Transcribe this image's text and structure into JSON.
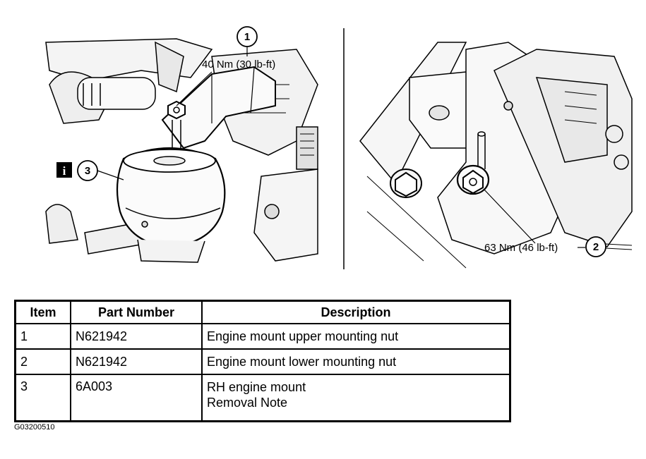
{
  "left_view": {
    "callout_1": {
      "number": "1",
      "torque": "40 Nm (30 lb-ft)"
    },
    "callout_3": {
      "number": "3",
      "info_icon": "i"
    }
  },
  "right_view": {
    "callout_2": {
      "number": "2",
      "torque": "63 Nm (46 lb-ft)"
    }
  },
  "table": {
    "headers": [
      "Item",
      "Part Number",
      "Description"
    ],
    "rows": [
      {
        "item": "1",
        "part": "N621942",
        "desc": [
          "Engine mount upper mounting nut"
        ]
      },
      {
        "item": "2",
        "part": "N621942",
        "desc": [
          "Engine mount lower mounting nut"
        ]
      },
      {
        "item": "3",
        "part": "6A003",
        "desc": [
          "RH engine mount",
          "Removal Note"
        ]
      }
    ]
  },
  "figure_id": "G03200510"
}
